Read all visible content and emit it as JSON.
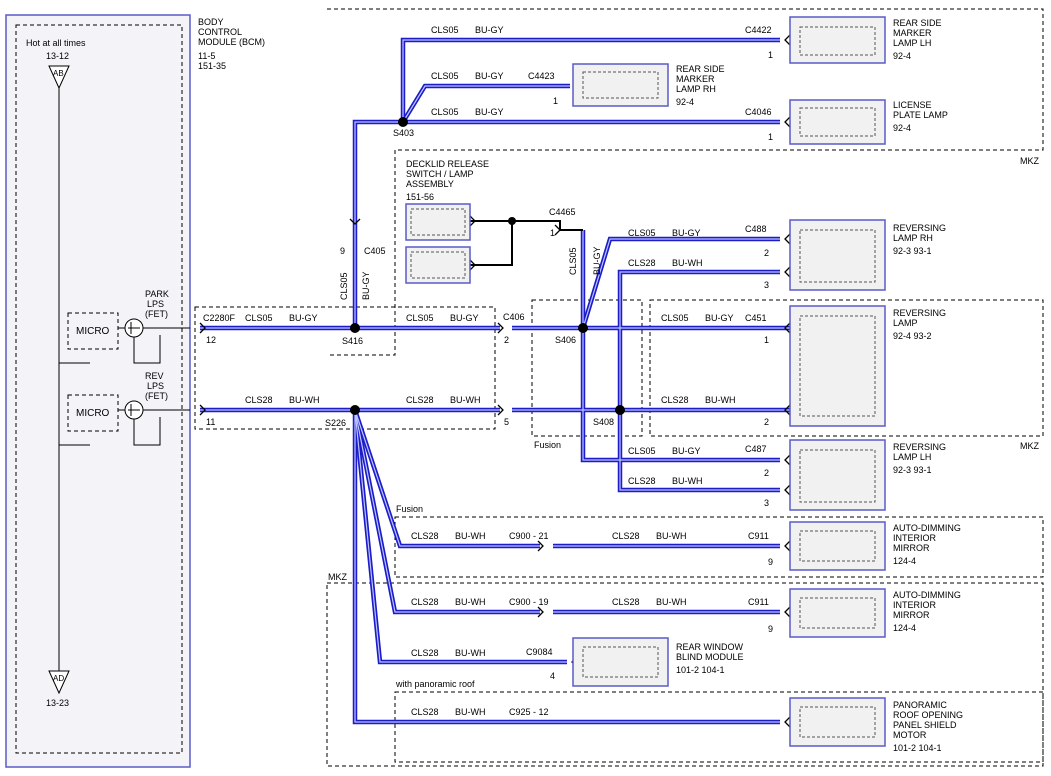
{
  "bcm": {
    "title_lines": [
      "BODY",
      "CONTROL",
      "MODULE (BCM)",
      "11-5",
      "151-35"
    ],
    "hot_label": "Hot at all times",
    "top_ref": "13-12",
    "top_tri": "AB",
    "bottom_tri": "AD",
    "bottom_ref": "13-23",
    "micro1": "MICRO",
    "micro2": "MICRO",
    "park_lines": [
      "PARK",
      "LPS",
      "(FET)"
    ],
    "rev_lines": [
      "REV",
      "LPS",
      "(FET)"
    ]
  },
  "connectors": {
    "c2280f": "C2280F",
    "pin12": "12",
    "pin11": "11",
    "s416": "S416",
    "s226": "S226",
    "c405": "C405",
    "pin9": "9",
    "s403": "S403",
    "c406": "C406",
    "pin2": "2",
    "pin5": "5",
    "s406": "S406",
    "s408": "S408",
    "fusion1": "Fusion",
    "fusion2": "Fusion",
    "mkz1": "MKZ",
    "mkz2": "MKZ",
    "mkz3": "MKZ",
    "panoramic": "with panoramic roof",
    "c4465": "C4465",
    "pin1_c4465": "1"
  },
  "wires": {
    "w1": "CLS05",
    "w1c": "BU-GY",
    "w2": "CLS05",
    "w2c": "BU-GY",
    "w3": "CLS05",
    "w3c": "BU-GY",
    "w4": "CLS05",
    "w4c": "BU-GY",
    "w5": "CLS05",
    "w5c": "BU-GY",
    "w6": "CLS28",
    "w6c": "BU-WH",
    "w7": "CLS28",
    "w7c": "BU-WH",
    "v1": "CLS05",
    "v1c": "BU-GY",
    "v2": "CLS05",
    "v2c": "BU-GY",
    "r1": "CLS05",
    "r1c": "BU-GY",
    "r2": "CLS28",
    "r2c": "BU-WH",
    "r3": "CLS05",
    "r3c": "BU-GY",
    "r4": "CLS28",
    "r4c": "BU-WH",
    "r5": "CLS05",
    "r5c": "BU-GY",
    "r6": "CLS28",
    "r6c": "BU-WH",
    "m1": "CLS28",
    "m1c": "BU-WH",
    "m1b": "CLS28",
    "m1bc": "BU-WH",
    "m2": "CLS28",
    "m2c": "BU-WH",
    "m2b": "CLS28",
    "m2bc": "BU-WH",
    "m3": "CLS28",
    "m3c": "BU-WH",
    "m4": "CLS28",
    "m4c": "BU-WH"
  },
  "components": [
    {
      "conn": "C4422",
      "pin": "1",
      "lines": [
        "REAR SIDE",
        "MARKER",
        "LAMP LH",
        "92-4"
      ]
    },
    {
      "conn": "C4423",
      "pin": "1",
      "lines": [
        "REAR SIDE",
        "MARKER",
        "LAMP RH",
        "92-4"
      ]
    },
    {
      "conn": "C4046",
      "pin": "1",
      "lines": [
        "LICENSE",
        "PLATE LAMP",
        "92-4"
      ]
    },
    {
      "conn": "",
      "pin": "",
      "lines": [
        "DECKLID RELEASE",
        "SWITCH / LAMP",
        "ASSEMBLY",
        "151-56"
      ]
    },
    {
      "conn": "C488",
      "pin": "2",
      "pin2": "3",
      "lines": [
        "REVERSING",
        "LAMP RH",
        "92-3   93-1"
      ]
    },
    {
      "conn": "C451",
      "pin": "1",
      "pin2": "2",
      "lines": [
        "REVERSING",
        "LAMP",
        "92-4   93-2"
      ]
    },
    {
      "conn": "C487",
      "pin": "2",
      "pin2": "3",
      "lines": [
        "REVERSING",
        "LAMP LH",
        "92-3   93-1"
      ]
    },
    {
      "conn": "C911",
      "pin": "9",
      "mid": "C900  -  21",
      "lines": [
        "AUTO-DIMMING",
        "INTERIOR",
        "MIRROR",
        "124-4"
      ]
    },
    {
      "conn": "C911",
      "pin": "9",
      "mid": "C900  -  19",
      "lines": [
        "AUTO-DIMMING",
        "INTERIOR",
        "MIRROR",
        "124-4"
      ]
    },
    {
      "conn": "C9084",
      "pin": "4",
      "lines": [
        "REAR WINDOW",
        "BLIND MODULE",
        "101-2   104-1"
      ]
    },
    {
      "conn": "",
      "pin": "",
      "mid": "C925  -  12",
      "lines": [
        "PANORAMIC",
        "ROOF OPENING",
        "PANEL SHIELD",
        "MOTOR",
        "101-2   104-1"
      ]
    }
  ],
  "colors": {
    "wire": "#1c1cc8",
    "box_border": "#5b5bc8",
    "box_fill": "#f1f1f1"
  }
}
